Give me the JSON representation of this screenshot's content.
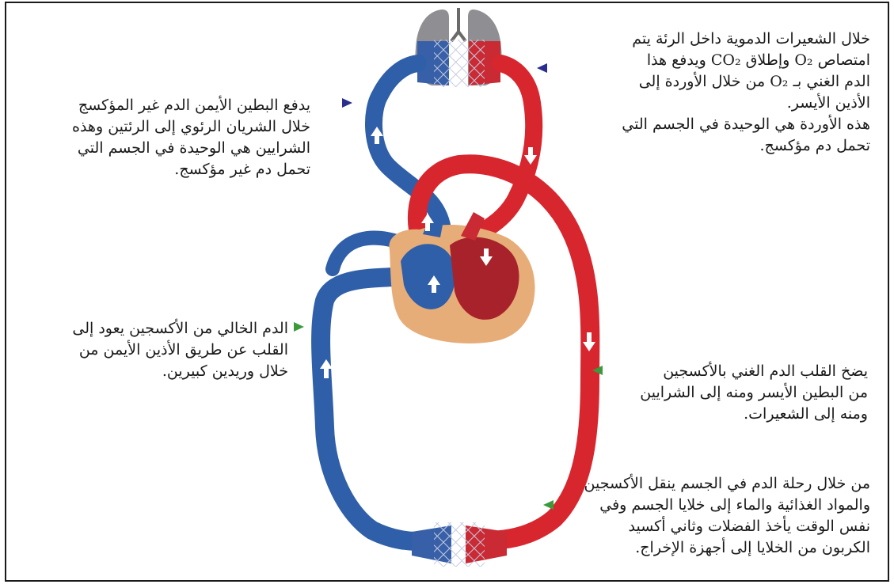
{
  "annotations": {
    "lungs_right": "خلال الشعيرات الدموية داخل الرئة يتم\nامتصاص O₂ وإطلاق CO₂ ويدفع هذا\nالدم الغني بـ O₂ من خلال الأوردة إلى\nالأذين الأيسر.\nهذه الأوردة هي الوحيدة في الجسم التي\nتحمل دم مؤكسج.",
    "ventricle_left": "يدفع البطين الأيمن الدم غير المؤكسج\nخلال الشريان الرئوي إلى الرئتين وهذه\nالشرايين هي الوحيدة في الجسم التي\nتحمل دم غير مؤكسج.",
    "return_left": "الدم الخالي من الأكسجين يعود إلى\nالقلب عن طريق الأذين الأيمن من\nخلال وريدين كبيرين.",
    "pump_right": "يضخ القلب الدم الغني بالأكسجين\nمن البطين الأيسر ومنه إلى الشرايين\nومنه إلى الشعيرات.",
    "body_right": "من خلال رحلة الدم في الجسم ينقل الأكسجين\nوالمواد الغذائية والماء إلى خلايا الجسم وفي\nنفس الوقت يأخذ الفضلات وثاني أكسيد\nالكربون من الخلايا إلى أجهزة الإخراج."
  },
  "colors": {
    "deoxygenated": "#2f5fa8",
    "oxygenated": "#d8262e",
    "heart_muscle": "#e6ad78",
    "lungs": "#9a9a9a",
    "marker_blue": "#2a2f8f",
    "marker_green": "#3c9a3c"
  }
}
